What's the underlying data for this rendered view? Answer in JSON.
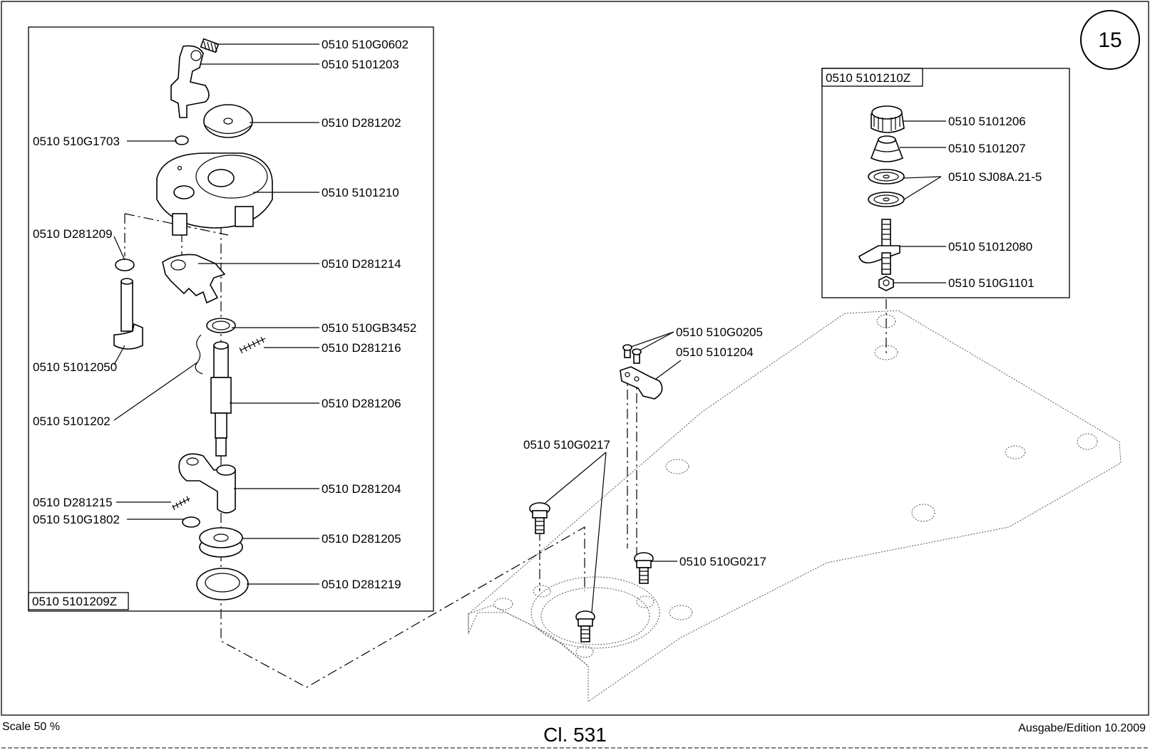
{
  "page": {
    "number": "15"
  },
  "group_left": {
    "box_label": "0510 5101209Z",
    "callouts": [
      "0510 510G0602",
      "0510 5101203",
      "0510 D281202",
      "0510 510G1703",
      "0510 5101210",
      "0510 D281209",
      "0510 D281214",
      "0510 510GB3452",
      "0510 D281216",
      "0510 51012050",
      "0510 D281206",
      "0510 5101202",
      "0510 D281204",
      "0510 D281215",
      "0510 510G1802",
      "0510 D281205",
      "0510 D281219"
    ]
  },
  "group_right": {
    "box_label": "0510 5101210Z",
    "callouts": [
      "0510 5101206",
      "0510 5101207",
      "0510 SJ08A.21-5",
      "0510 51012080",
      "0510 510G1101"
    ]
  },
  "group_plate": {
    "callouts": [
      "0510 510G0205",
      "0510 5101204",
      "0510 510G0217",
      "0510 510G0217"
    ]
  },
  "footer": {
    "scale": "Scale 50 %",
    "model": "Cl. 531",
    "edition": "Ausgabe/Edition 10.2009"
  }
}
